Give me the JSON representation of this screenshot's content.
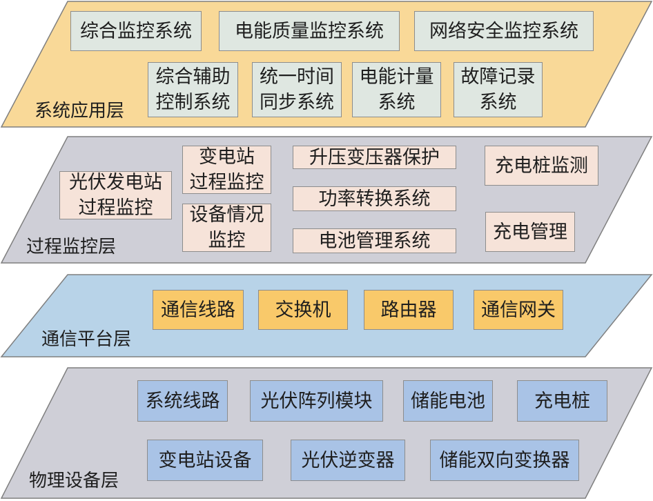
{
  "layers": {
    "application": {
      "label": "系统应用层",
      "color": "#f9d998",
      "boxes": [
        "综合监控系统",
        "电能质量监控系统",
        "网络安全监控系统",
        "综合辅助\n控制系统",
        "统一时间\n同步系统",
        "电能计量\n系统",
        "故障记录\n系统"
      ]
    },
    "process": {
      "label": "过程监控层",
      "color": "#cfcfd7",
      "boxes": [
        "光伏发电站\n过程监控",
        "变电站\n过程监控",
        "设备情况\n监控",
        "升压变压器保护",
        "功率转换系统",
        "电池管理系统",
        "充电桩监测",
        "充电管理"
      ]
    },
    "communication": {
      "label": "通信平台层",
      "color": "#b8d3e8",
      "boxes": [
        "通信线路",
        "交换机",
        "路由器",
        "通信网关"
      ]
    },
    "physical": {
      "label": "物理设备层",
      "color": "#cfcfd7",
      "boxes": [
        "系统线路",
        "光伏阵列模块",
        "储能电池",
        "充电桩",
        "变电站设备",
        "光伏逆变器",
        "储能双向变换器"
      ]
    }
  }
}
